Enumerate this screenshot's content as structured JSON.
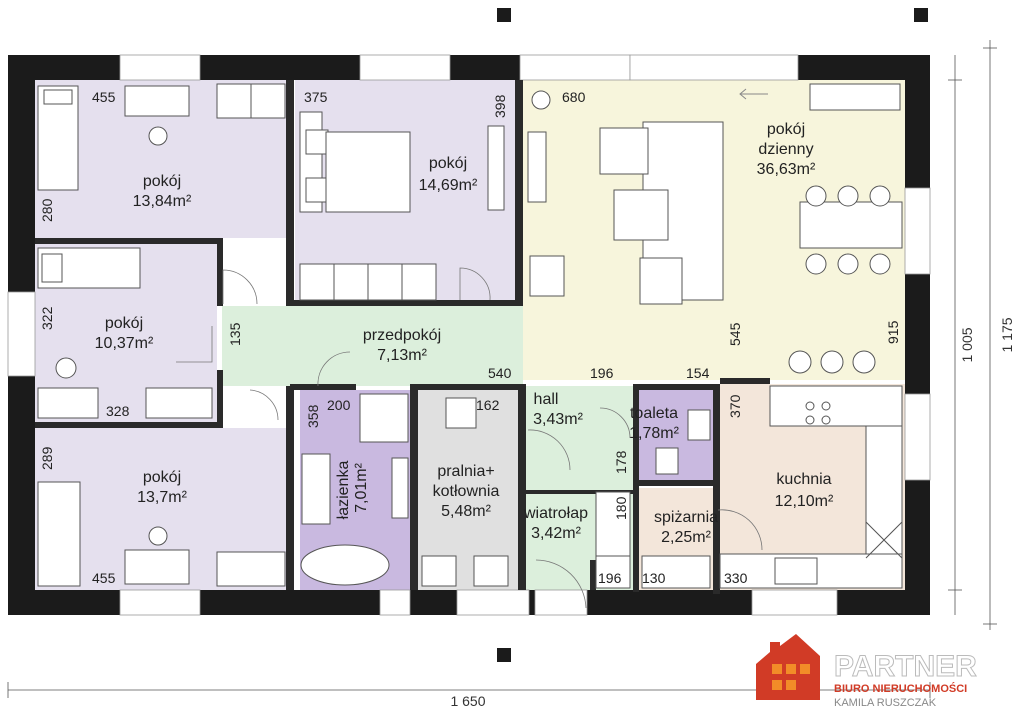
{
  "rooms": [
    {
      "id": "pokoj-nw",
      "name": "pokój",
      "area": "13,84m²",
      "color": "#e5e0ee"
    },
    {
      "id": "pokoj-mid",
      "name": "pokój",
      "area": "14,69m²",
      "color": "#e5e0ee"
    },
    {
      "id": "pokoj-dzienny-a",
      "name": "pokój",
      "area": "dzienny",
      "color": "#f7f5dc"
    },
    {
      "id": "pokoj-w",
      "name": "pokój",
      "area": "10,37m²",
      "color": "#e5e0ee"
    },
    {
      "id": "pokoj-sw",
      "name": "pokój",
      "area": "13,7m²",
      "color": "#e5e0ee"
    },
    {
      "id": "przedpokoj",
      "name": "przedpokój",
      "area": "7,13m²",
      "color": "#dcefdc"
    },
    {
      "id": "lazienka",
      "name": "łazienka",
      "area": "7,01m²",
      "color": "#c9b9e0"
    },
    {
      "id": "pralnia",
      "name": "pralnia+",
      "area": "kotłownia",
      "area2": "5,48m²",
      "color": "#e0e0e0"
    },
    {
      "id": "hall",
      "name": "hall",
      "area": "3,43m²",
      "color": "#dcefdc"
    },
    {
      "id": "toaleta",
      "name": "toaleta",
      "area": "1,78m²",
      "color": "#c9b9e0"
    },
    {
      "id": "wiatrolap",
      "name": "wiatrołap",
      "area": "3,42m²",
      "color": "#dcefdc"
    },
    {
      "id": "kuchnia",
      "name": "kuchnia",
      "area": "12,10m²",
      "color": "#f3e6da"
    },
    {
      "id": "spizarnia",
      "name": "spiżarnia",
      "area": "2,25m²",
      "color": "#f3e6da"
    }
  ],
  "living": {
    "name": "pokój",
    "name2": "dzienny",
    "area": "36,63m²"
  },
  "dims": {
    "d455a": "455",
    "d375": "375",
    "d398": "398",
    "d680": "680",
    "d280": "280",
    "d322": "322",
    "d135": "135",
    "d328": "328",
    "d540": "540",
    "d196a": "196",
    "d154": "154",
    "d545": "545",
    "d915": "915",
    "d358": "358",
    "d200": "200",
    "d162": "162",
    "d370": "370",
    "d289": "289",
    "d178": "178",
    "d180": "180",
    "d455b": "455",
    "d196b": "196",
    "d130": "130",
    "d330": "330"
  },
  "outer": {
    "width": "1 650",
    "height_inner": "1 005",
    "height_outer": "1 175"
  },
  "logo": {
    "brand": "PARTNER",
    "sub": "BIURO NIERUCHOMOŚCI",
    "owner": "KAMILA RUSZCZAK"
  },
  "colors": {
    "purple": "#e5e0ee",
    "living": "#f7f5dc",
    "hall": "#dcefdc",
    "bath": "#c9b9e0",
    "utility": "#e0e0e0",
    "kitchen": "#f3e6da",
    "wall": "#1b1b1b",
    "logo_red": "#d13b26",
    "logo_orange": "#f28c28"
  }
}
